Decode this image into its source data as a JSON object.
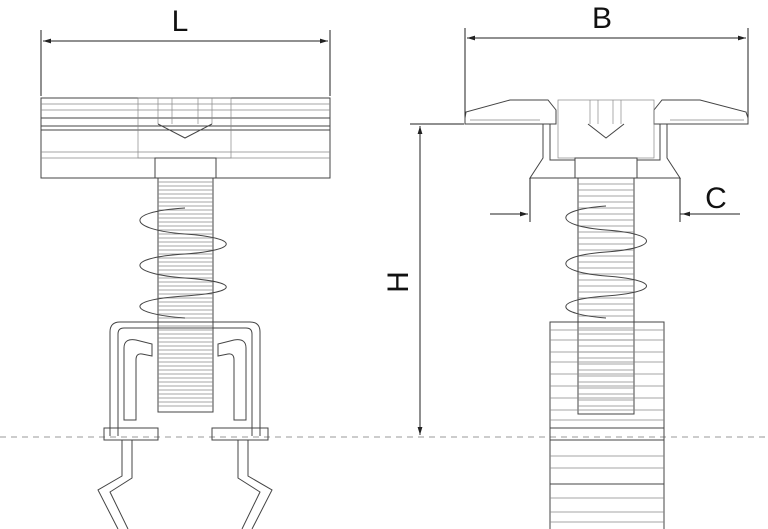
{
  "dimensions": {
    "length_label": "L",
    "width_label": "B",
    "height_label": "H",
    "gap_label": "C"
  },
  "colors": {
    "line": "#444444",
    "dimension_line": "#222222",
    "background": "#ffffff"
  }
}
